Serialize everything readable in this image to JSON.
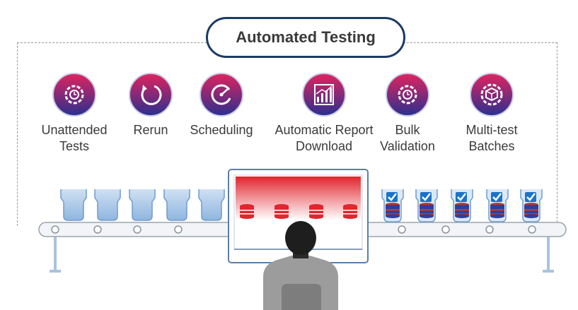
{
  "title": "Automated Testing",
  "features": [
    {
      "label": "Unattended\nTests",
      "icon": "gear-clock-icon"
    },
    {
      "label": "Rerun",
      "icon": "refresh-icon"
    },
    {
      "label": "Scheduling",
      "icon": "schedule-icon"
    },
    {
      "label": "Automatic Report\nDownload",
      "icon": "report-chart-icon"
    },
    {
      "label": "Bulk\nValidation",
      "icon": "gear-clock-icon"
    },
    {
      "label": "Multi-test\nBatches",
      "icon": "cube-gear-icon"
    }
  ],
  "colors": {
    "frame_border": "#1b3a66",
    "icon_gradient_top": "#e0245e",
    "icon_gradient_bottom": "#2a2f8f",
    "beaker": "#8fb6df",
    "database_red": "#e0262e",
    "database_blue": "#2f3f9a",
    "check": "#1a73c8"
  }
}
